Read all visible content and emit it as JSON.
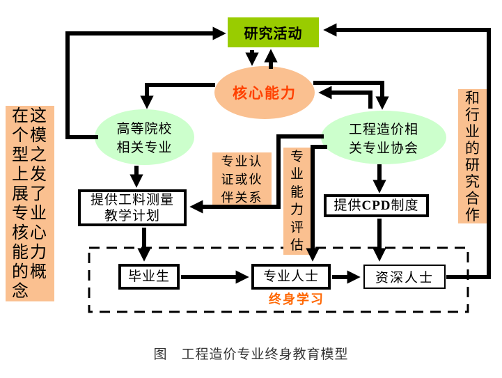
{
  "figure": {
    "caption": "图　工程造价专业终身教育模型"
  },
  "colors": {
    "node_green": "#99CC00",
    "ellipse_green": "#CCFFCC",
    "peach": "#FAC090",
    "core_text": "#FF4000",
    "lifelong_text": "#FF6600",
    "line": "#000000"
  },
  "nodes": {
    "research": {
      "label": "研究活动"
    },
    "core": {
      "label": "核心能力"
    },
    "college": {
      "line1": "高等院校",
      "line2": "相关专业"
    },
    "association": {
      "line1": "工程造价相",
      "line2": "关专业协会"
    },
    "qs_plan": {
      "line1": "提供工料测量",
      "line2": "教学计划"
    },
    "cpd": {
      "prefix": "提供",
      "acronym": "CPD",
      "suffix": "制度"
    },
    "graduate": {
      "label": "毕业生"
    },
    "professional": {
      "label": "专业人士"
    },
    "senior": {
      "label": "资深人士"
    }
  },
  "annotations": {
    "left_note": "在这个模型之上发展了专业核心能力的概念",
    "right_note": "和行业的研究合作",
    "cert": {
      "line1": "专业认",
      "line2": "证或伙",
      "line3": "伴关系"
    },
    "assessment": "专业能力评估",
    "lifelong": "终身学习"
  }
}
